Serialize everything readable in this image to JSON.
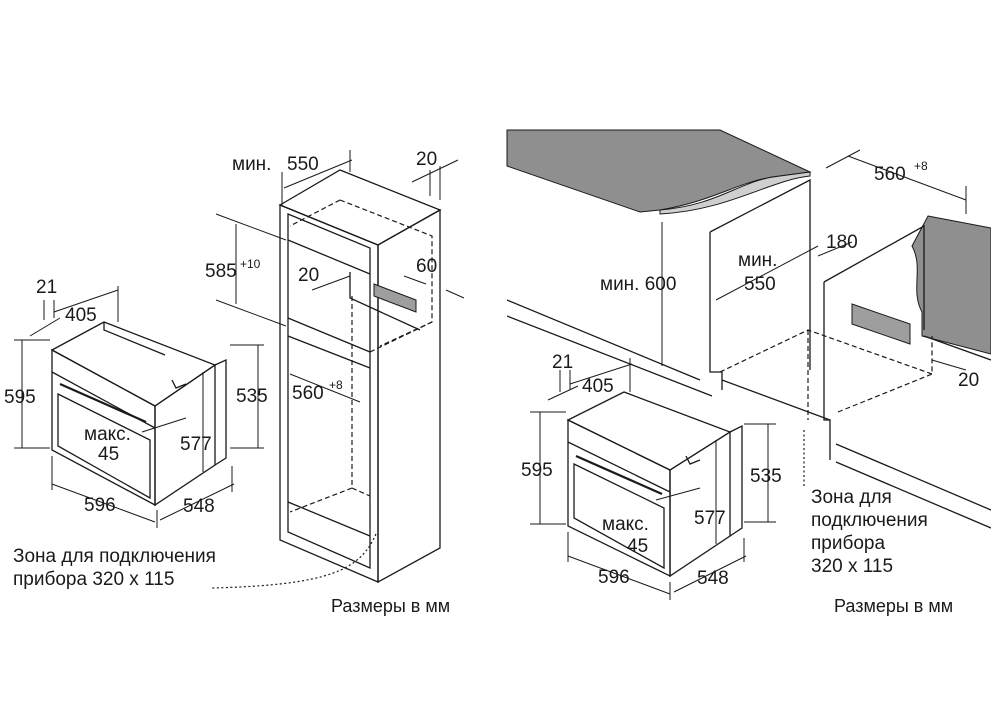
{
  "left": {
    "oven": {
      "d21": "21",
      "d405": "405",
      "d595": "595",
      "d535": "535",
      "d577": "577",
      "max_label": "макс.",
      "max_value": "45",
      "d596": "596",
      "d548": "548"
    },
    "cabinet": {
      "min_label": "мин.",
      "min_value": "550",
      "d20_top": "20",
      "d585": "585",
      "d585_sup": "+10",
      "d20_inner": "20",
      "d60": "60",
      "d560": "560",
      "d560_sup": "+8"
    },
    "zone_line1": "Зона для подключения",
    "zone_line2": "прибора 320 x 115",
    "units": "Размеры в мм"
  },
  "right": {
    "counter": {
      "d560": "560",
      "d560_sup": "+8",
      "min600": "мин. 600",
      "min_label": "мин.",
      "min_value": "550",
      "d180": "180",
      "d20": "20"
    },
    "oven": {
      "d21": "21",
      "d405": "405",
      "d595": "595",
      "d535": "535",
      "d577": "577",
      "max_label": "макс.",
      "max_value": "45",
      "d596": "596",
      "d548": "548"
    },
    "zone_line1": "Зона для",
    "zone_line2": "подключения",
    "zone_line3": "прибора",
    "zone_line4": "320 x 115",
    "units": "Размеры в мм"
  }
}
